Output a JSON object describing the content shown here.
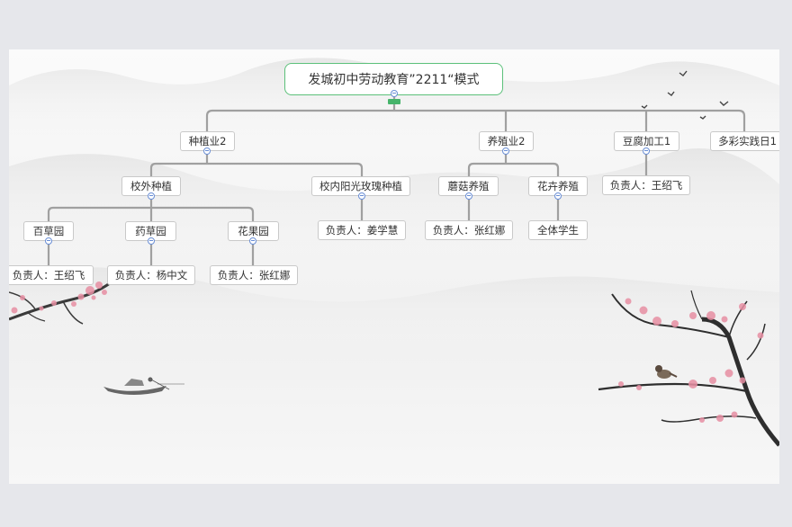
{
  "root": {
    "label": "发城初中劳动教育”2211“模式"
  },
  "branches": [
    {
      "label": "种植业2",
      "children": [
        {
          "label": "校外种植",
          "children": [
            {
              "label": "百草园",
              "owner": "负责人：王绍飞"
            },
            {
              "label": "药草园",
              "owner": "负责人：杨中文"
            },
            {
              "label": "花果园",
              "owner": "负责人：张红娜"
            }
          ]
        },
        {
          "label": "校内阳光玫瑰种植",
          "owner": "负责人：姜学慧"
        }
      ]
    },
    {
      "label": "养殖业2",
      "children": [
        {
          "label": "蘑菇养殖",
          "owner": "负责人：张红娜"
        },
        {
          "label": "花卉养殖",
          "owner": "全体学生"
        }
      ]
    },
    {
      "label": "豆腐加工1",
      "owner": "负责人：王绍飞"
    },
    {
      "label": "多彩实践日1"
    }
  ],
  "colors": {
    "connector": "#a0a0a0",
    "root_border": "#5cc07a",
    "collapse_marker": "#6a8fd6",
    "blossom": "#e78fa3"
  }
}
